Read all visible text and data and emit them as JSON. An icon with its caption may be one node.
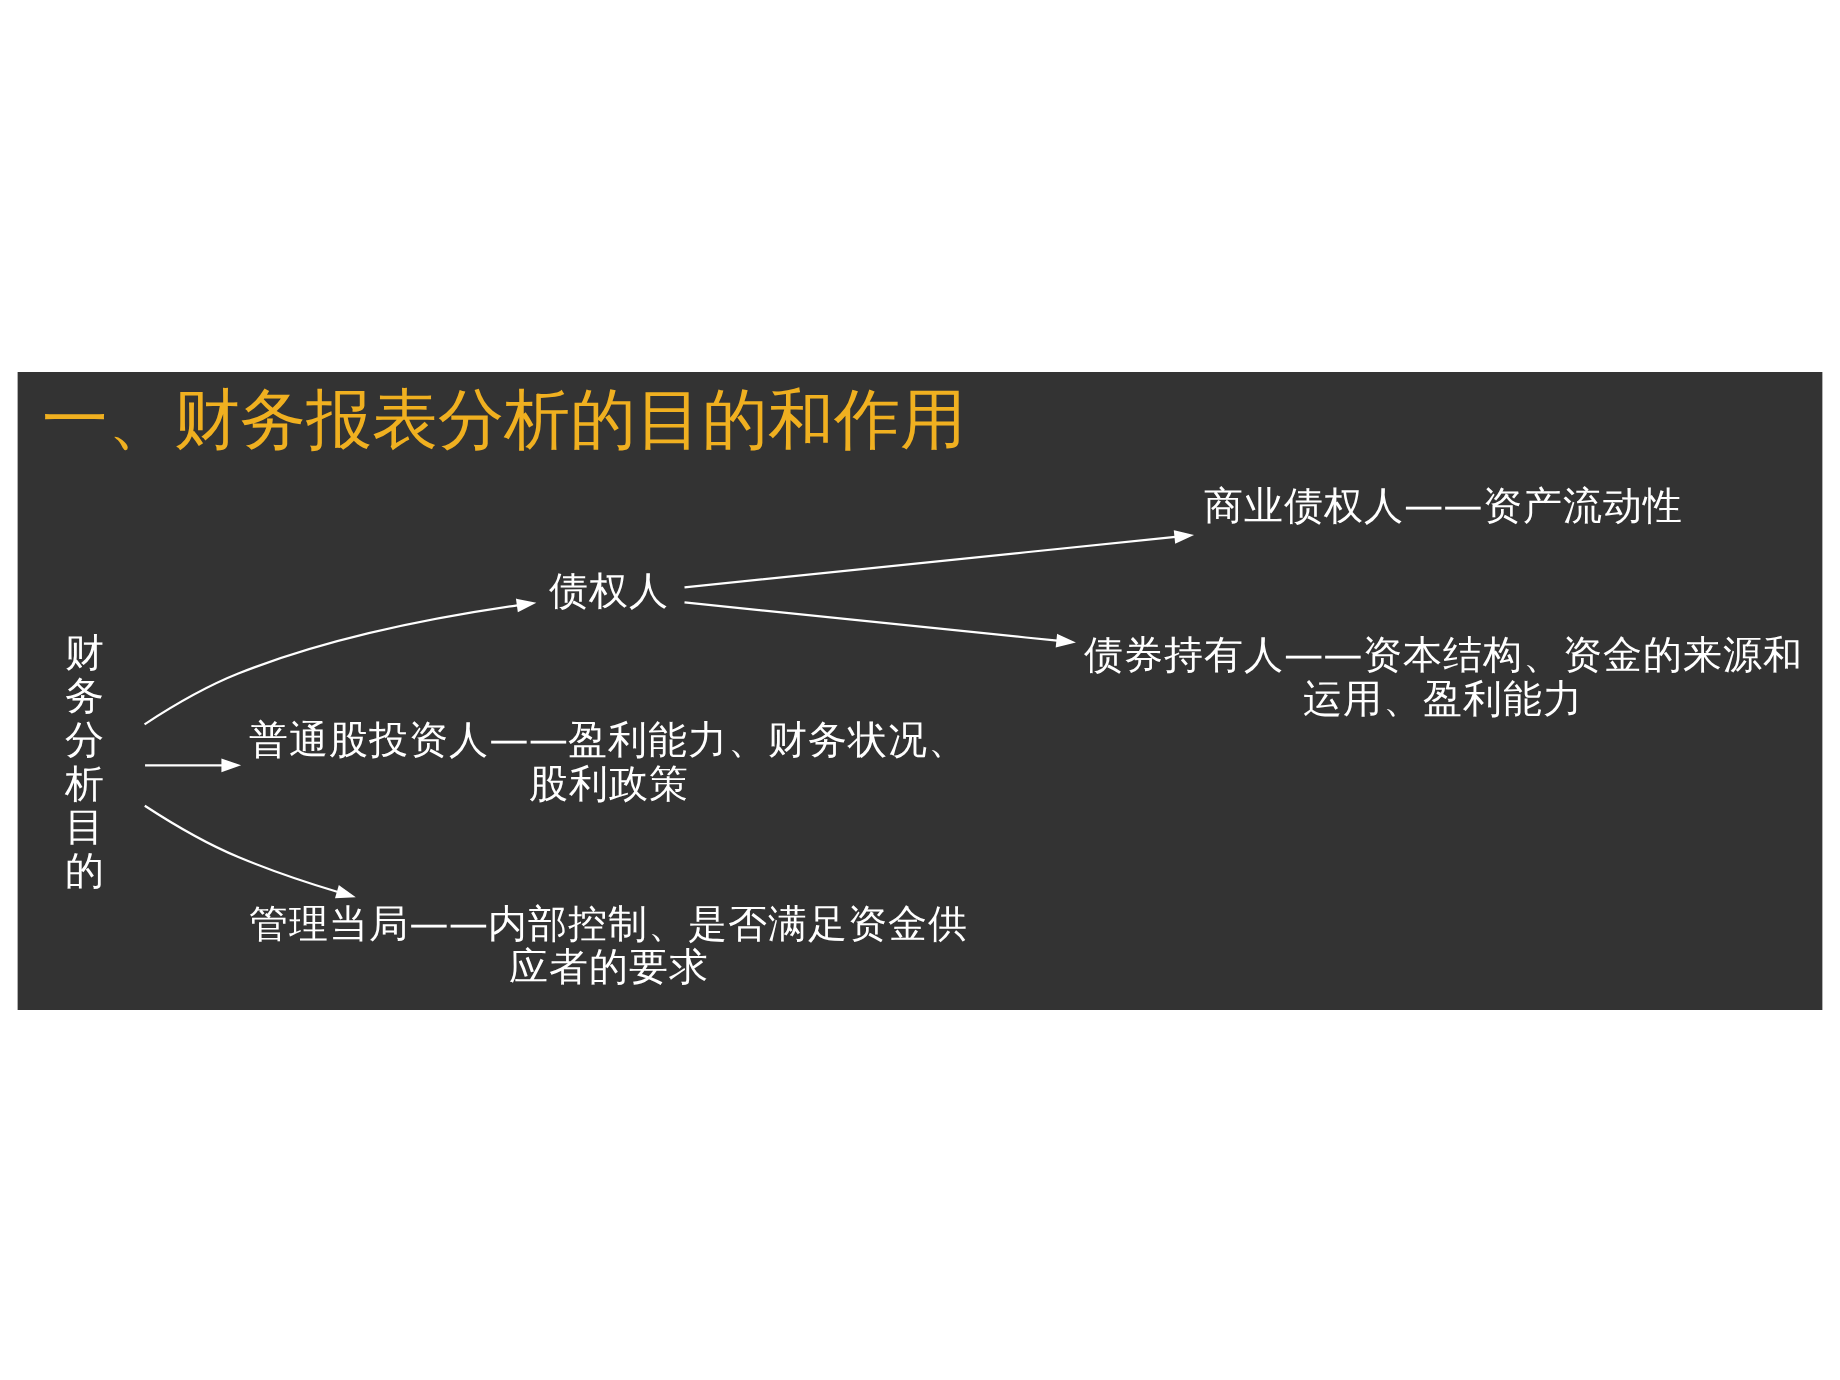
{
  "diagram": {
    "title": "一、财务报表分析的目的和作用",
    "nodes": [
      {
        "text": [
          "财务分析目的"
        ]
      },
      {
        "text": [
          "债权人"
        ]
      },
      {
        "text": [
          "商业债权人——资产流动性"
        ]
      },
      {
        "text": [
          "债券持有人——资本结构、资金的来源和运用、盈利能力"
        ]
      },
      {
        "text": [
          "普通股投资人——盈利能力、财务状况、股利政策"
        ]
      },
      {
        "text": [
          "管理当局——内部控制、是否满足资金供应者的要求"
        ]
      }
    ],
    "edges": [
      {
        "from": 0,
        "to": 1,
        "arrow": "to"
      },
      {
        "from": 1,
        "to": 2,
        "arrow": "to"
      },
      {
        "from": 1,
        "to": 3,
        "arrow": "to"
      },
      {
        "from": 0,
        "to": 4,
        "arrow": "to"
      },
      {
        "from": 0,
        "to": 5,
        "arrow": "to"
      }
    ]
  }
}
